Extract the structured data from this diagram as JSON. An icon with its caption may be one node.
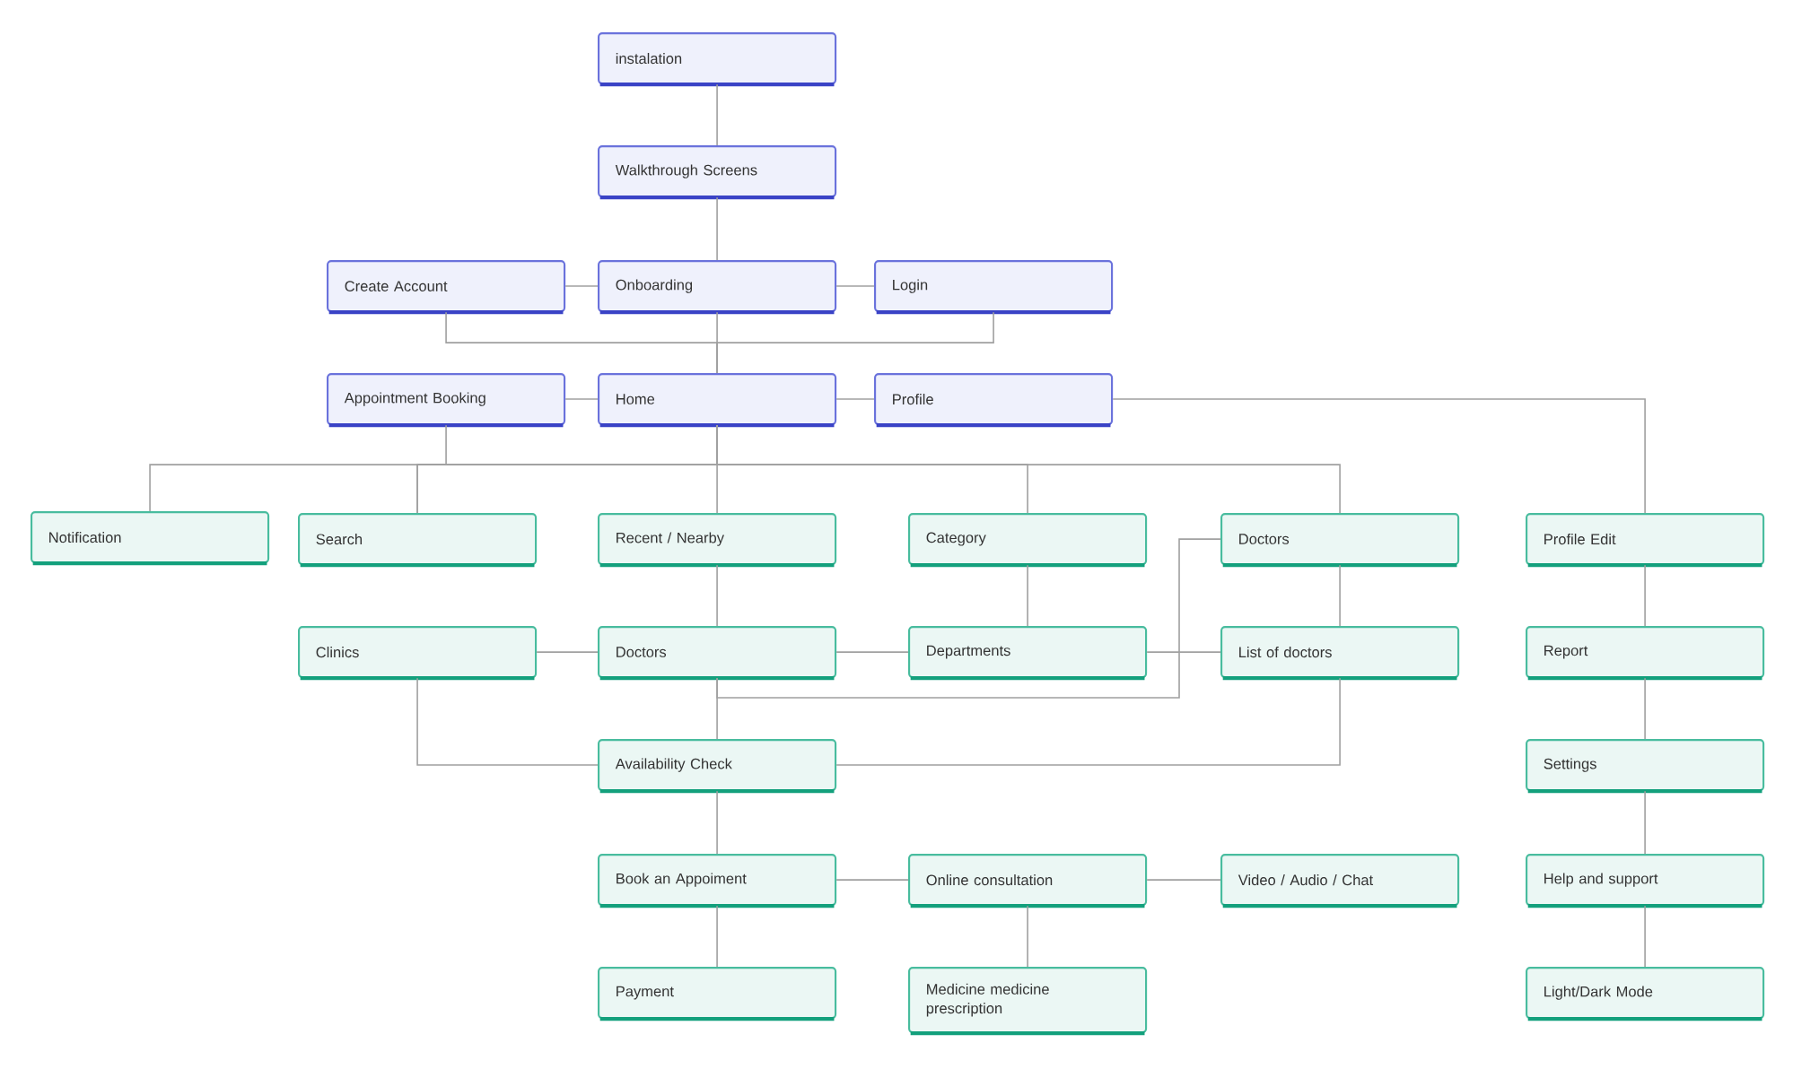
{
  "diagram": {
    "nodes": [
      {
        "text": [
          "instalation"
        ]
      },
      {
        "text": [
          "Walkthrough Screens"
        ]
      },
      {
        "text": [
          "Create Account"
        ]
      },
      {
        "text": [
          "Onboarding"
        ]
      },
      {
        "text": [
          "Login"
        ]
      },
      {
        "text": [
          "Appointment Booking"
        ]
      },
      {
        "text": [
          "Home"
        ]
      },
      {
        "text": [
          "Profile"
        ]
      },
      {
        "text": [
          "Notification"
        ]
      },
      {
        "text": [
          "Search"
        ]
      },
      {
        "text": [
          "Recent / Nearby"
        ]
      },
      {
        "text": [
          "Category"
        ]
      },
      {
        "text": [
          "Doctors"
        ]
      },
      {
        "text": [
          "Profile Edit"
        ]
      },
      {
        "text": [
          "Clinics"
        ]
      },
      {
        "text": [
          "Doctors"
        ]
      },
      {
        "text": [
          "Departments"
        ]
      },
      {
        "text": [
          "List of doctors"
        ]
      },
      {
        "text": [
          "Report"
        ]
      },
      {
        "text": [
          "Availability Check"
        ]
      },
      {
        "text": [
          "Settings"
        ]
      },
      {
        "text": [
          "Book an Appoiment"
        ]
      },
      {
        "text": [
          "Online consultation"
        ]
      },
      {
        "text": [
          "Video / Audio / Chat"
        ]
      },
      {
        "text": [
          "Help and support"
        ]
      },
      {
        "text": [
          "Payment"
        ]
      },
      {
        "text": [
          "Medicine medicine prescription"
        ]
      },
      {
        "text": [
          "Light/Dark Mode"
        ]
      }
    ],
    "edges": [
      {
        "from": 0,
        "to": 1,
        "arrow": "none"
      },
      {
        "from": 1,
        "to": 3,
        "arrow": "none"
      },
      {
        "from": 3,
        "to": 2,
        "arrow": "none"
      },
      {
        "from": 3,
        "to": 4,
        "arrow": "none"
      },
      {
        "from": 3,
        "to": 6,
        "arrow": "none"
      },
      {
        "from": 2,
        "to": 6,
        "arrow": "none"
      },
      {
        "from": 4,
        "to": 6,
        "arrow": "none"
      },
      {
        "from": 6,
        "to": 5,
        "arrow": "none"
      },
      {
        "from": 6,
        "to": 7,
        "arrow": "none"
      },
      {
        "from": 7,
        "to": 13,
        "arrow": "none"
      },
      {
        "from": 6,
        "to": 8,
        "arrow": "none"
      },
      {
        "from": 6,
        "to": 9,
        "arrow": "none"
      },
      {
        "from": 6,
        "to": 10,
        "arrow": "none"
      },
      {
        "from": 6,
        "to": 11,
        "arrow": "none"
      },
      {
        "from": 6,
        "to": 12,
        "arrow": "none"
      },
      {
        "from": 5,
        "to": 9,
        "arrow": "none"
      },
      {
        "from": 10,
        "to": 15,
        "arrow": "none"
      },
      {
        "from": 11,
        "to": 16,
        "arrow": "none"
      },
      {
        "from": 12,
        "to": 17,
        "arrow": "none"
      },
      {
        "from": 14,
        "to": 15,
        "arrow": "none"
      },
      {
        "from": 15,
        "to": 16,
        "arrow": "none"
      },
      {
        "from": 16,
        "to": 17,
        "arrow": "none"
      },
      {
        "from": 15,
        "to": 12,
        "arrow": "none"
      },
      {
        "from": 15,
        "to": 19,
        "arrow": "none"
      },
      {
        "from": 14,
        "to": 19,
        "arrow": "none"
      },
      {
        "from": 17,
        "to": 19,
        "arrow": "none"
      },
      {
        "from": 19,
        "to": 21,
        "arrow": "none"
      },
      {
        "from": 21,
        "to": 22,
        "arrow": "none"
      },
      {
        "from": 22,
        "to": 23,
        "arrow": "none"
      },
      {
        "from": 21,
        "to": 25,
        "arrow": "none"
      },
      {
        "from": 22,
        "to": 26,
        "arrow": "none"
      },
      {
        "from": 13,
        "to": 18,
        "arrow": "none"
      },
      {
        "from": 18,
        "to": 20,
        "arrow": "none"
      },
      {
        "from": 20,
        "to": 24,
        "arrow": "none"
      },
      {
        "from": 24,
        "to": 27,
        "arrow": "none"
      }
    ]
  }
}
